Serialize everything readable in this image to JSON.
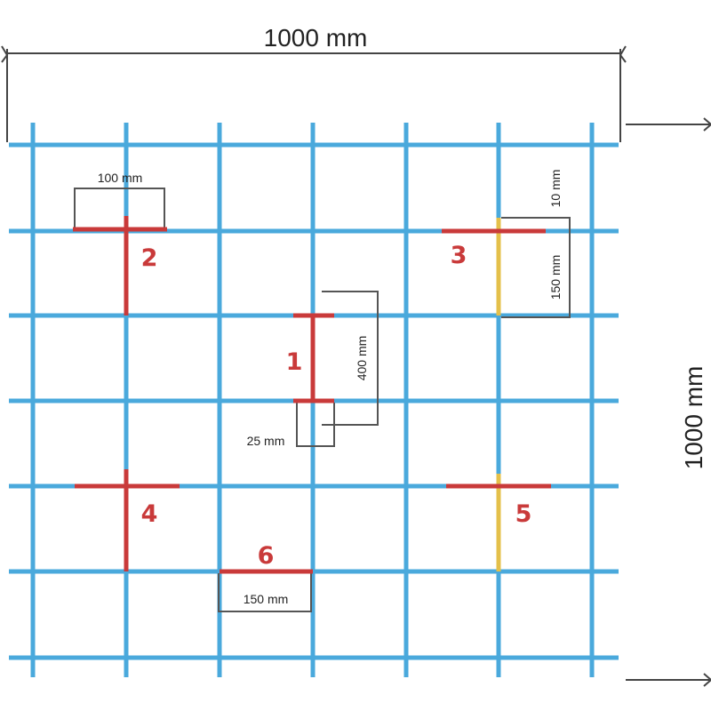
{
  "dimensions": {
    "width_label": "1000 mm",
    "height_label": "1000 mm"
  },
  "annotations": {
    "a100": "100 mm",
    "a10": "10 mm",
    "a150v": "150 mm",
    "a400": "400 mm",
    "a25": "25 mm",
    "a150h": "150 mm"
  },
  "markers": {
    "m1": "1",
    "m2": "2",
    "m3": "3",
    "m4": "4",
    "m5": "5",
    "m6": "6"
  },
  "colors": {
    "grid": "#4aa9dc",
    "marker": "#c93a3a",
    "highlight": "#e4c04a",
    "dimension": "#333333"
  }
}
